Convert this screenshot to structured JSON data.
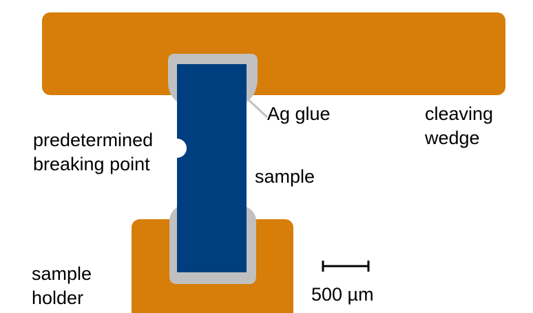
{
  "colors": {
    "wedge": "#d67e09",
    "holder": "#d67e09",
    "sample": "#003f7f",
    "glue": "#c0c0c0",
    "background": "#ffffff",
    "text": "#000000"
  },
  "labels": {
    "predetermined_breaking_point": [
      "predetermined",
      "breaking point"
    ],
    "ag_glue": "Ag glue",
    "cleaving_wedge": [
      "cleaving",
      "wedge"
    ],
    "sample": "sample",
    "sample_holder": [
      "sample",
      "holder"
    ],
    "scale_bar": "500 µm"
  }
}
